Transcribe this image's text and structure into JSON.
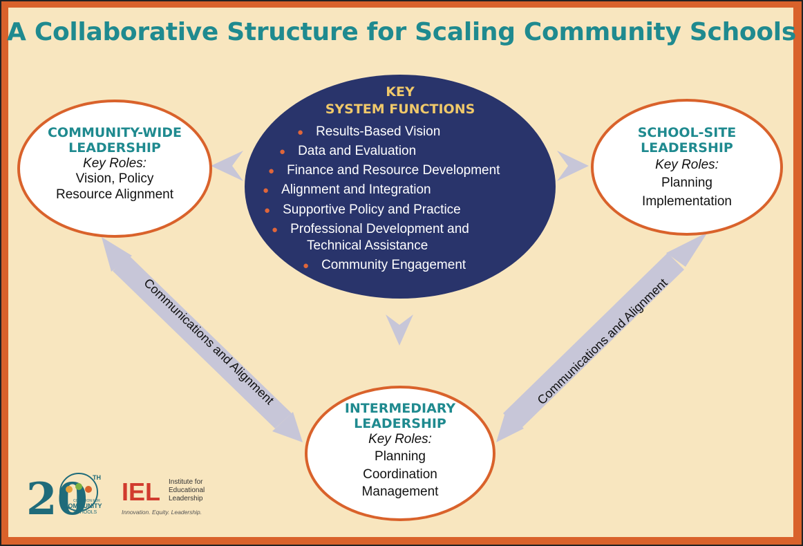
{
  "title": "A Collaborative Structure for Scaling Community Schools",
  "colors": {
    "frame": "#d9622b",
    "background": "#f8e6bf",
    "teal": "#1f8a8f",
    "navy": "#29346b",
    "gold": "#f0c96a",
    "arrow": "#c7c6d8",
    "bullet": "#e0663a"
  },
  "center": {
    "heading_line1": "KEY",
    "heading_line2": "SYSTEM FUNCTIONS",
    "functions": [
      "Results-Based Vision",
      "Data and Evaluation",
      "Finance and Resource Development",
      "Alignment and Integration",
      "Supportive Policy and Practice",
      "Professional Development and",
      "Technical Assistance",
      "Community Engagement"
    ]
  },
  "community_wide": {
    "heading_line1": "COMMUNITY-WIDE",
    "heading_line2": "LEADERSHIP",
    "roles_label": "Key Roles:",
    "roles": [
      "Vision, Policy",
      "Resource Alignment"
    ]
  },
  "school_site": {
    "heading_line1": "SCHOOL-SITE",
    "heading_line2": "LEADERSHIP",
    "roles_label": "Key Roles:",
    "roles": [
      "Planning",
      "Implementation"
    ]
  },
  "intermediary": {
    "heading_line1": "INTERMEDIARY",
    "heading_line2": "LEADERSHIP",
    "roles_label": "Key Roles:",
    "roles": [
      "Planning",
      "Coordination",
      "Management"
    ]
  },
  "connectors": {
    "left": "Communications and Alignment",
    "right": "Communications and Alignment"
  },
  "logos": {
    "coalition_number": "20",
    "coalition_th": "TH",
    "coalition_line1": "COALITION FOR",
    "coalition_line2": "COMMUNITY",
    "coalition_line3": "SCHOOLS",
    "iel_abbr": "IEL",
    "iel_line1": "Institute for",
    "iel_line2": "Educational",
    "iel_line3": "Leadership",
    "iel_tagline": "Innovation. Equity. Leadership."
  }
}
